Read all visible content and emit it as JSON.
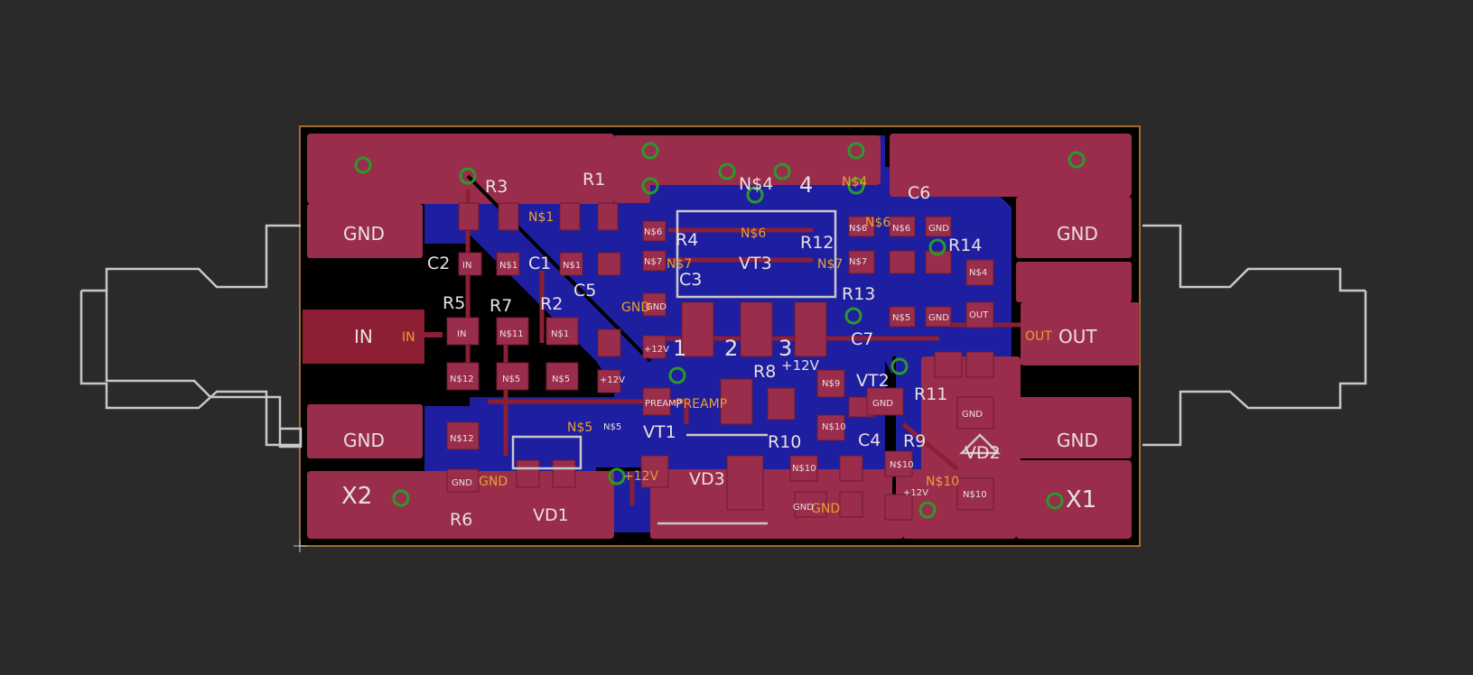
{
  "colors": {
    "background": "#2a2a2a",
    "board_outline": "#d08a2a",
    "board_fill": "#000000",
    "top_copper": "#9a2d4c",
    "top_copper_trace": "#8c1f33",
    "bottom_copper": "#1e1ea0",
    "silkscreen": "#c8c8c8",
    "name_text": "#e8e0e0",
    "value_text": "#e8a030",
    "via": "#2a9a2a"
  },
  "connector_labels": {
    "gnd_tl": "GND",
    "gnd_bl": "GND",
    "gnd_tr": "GND",
    "gnd_br": "GND",
    "in_main": "IN",
    "in_small": "IN",
    "out_main": "OUT",
    "out_small": "OUT",
    "x1": "X1",
    "x2": "X2"
  },
  "designators": {
    "R1": "R1",
    "R2": "R2",
    "R3": "R3",
    "R4": "R4",
    "R5": "R5",
    "R6": "R6",
    "R7": "R7",
    "R8": "R8",
    "R9": "R9",
    "R10": "R10",
    "R11": "R11",
    "R12": "R12",
    "R13": "R13",
    "R14": "R14",
    "C1": "C1",
    "C2": "C2",
    "C3": "C3",
    "C4": "C4",
    "C5": "C5",
    "C6": "C6",
    "C7": "C7",
    "VT1": "VT1",
    "VT2": "VT2",
    "VT3": "VT3",
    "VD1": "VD1",
    "VD2": "VD2",
    "VD3": "VD3"
  },
  "header_pins": {
    "p1": "1",
    "p2": "2",
    "p3": "3",
    "p4": "4"
  },
  "nets": {
    "n1": "N$1",
    "n4": "N$4",
    "n5": "N$5",
    "n6": "N$6",
    "n7": "N$7",
    "n9": "N$9",
    "n10": "N$10",
    "n11": "N$11",
    "n12": "N$12",
    "gnd": "GND",
    "in": "IN",
    "out": "OUT",
    "v12": "+12V",
    "preamp": "PREAMP"
  }
}
